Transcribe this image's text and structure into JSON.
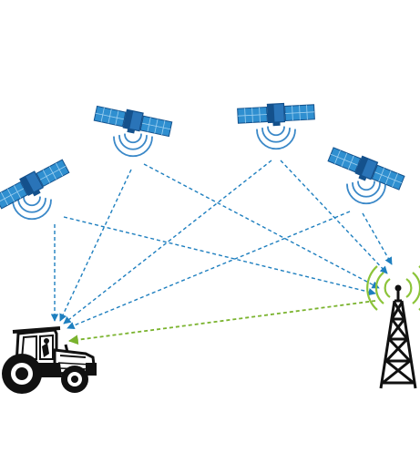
{
  "colors": {
    "satellite_panel": "#2f8fd0",
    "satellite_panel_grid": "#9fd0f0",
    "satellite_body": "#2a74b8",
    "satellite_body_dark": "#14518c",
    "signal_wave": "#3a88c8",
    "satellite_link": "#1e7fbf",
    "tower_link": "#7ab32e",
    "tower_wave": "#8cc43a",
    "ink": "#111111"
  },
  "icons": {
    "satellites": [
      "satellite-icon",
      "satellite-icon",
      "satellite-icon",
      "satellite-icon"
    ],
    "receiver": "tractor-icon",
    "base_station": "radio-tower-icon"
  },
  "diagram": {
    "satellite_count": 4,
    "link_count": 9,
    "correction_link_count": 1
  }
}
